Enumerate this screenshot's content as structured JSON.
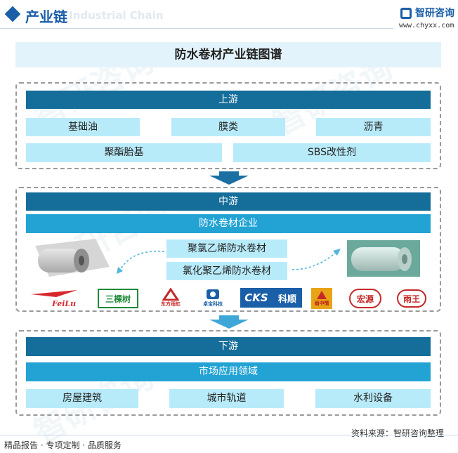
{
  "header": {
    "section_title": "产业链",
    "ghost_text": "Industrial Chain",
    "logo_name": "智研咨询",
    "logo_url": "www.chyxx.com"
  },
  "diagram": {
    "title": "防水卷材产业链图谱",
    "upstream": {
      "label": "上游",
      "items": [
        "基础油",
        "膜类",
        "沥青",
        "聚酯胎基",
        "SBS改性剂"
      ]
    },
    "midstream": {
      "label": "中游",
      "sub_label": "防水卷材企业",
      "products": [
        "聚氯乙烯防水卷材",
        "氯化聚乙烯防水卷材"
      ],
      "brands": [
        "FeiLu",
        "三棵树",
        "东方雨虹",
        "卓宝科技",
        "CKS",
        "科顺",
        "雨中情",
        "宏源",
        "雨王"
      ]
    },
    "downstream": {
      "label": "下游",
      "sub_label": "市场应用领域",
      "items": [
        "房屋建筑",
        "城市轨道",
        "水利设备"
      ]
    }
  },
  "footer": {
    "left": "精品报告 · 专项定制 · 品质服务",
    "right": "资料来源：智研咨询整理"
  },
  "colors": {
    "dark_bar": "#156e99",
    "mid_bar": "#22a3d4",
    "light_box": "#b8ebfa",
    "brand_blue": "#1a5fa8"
  }
}
